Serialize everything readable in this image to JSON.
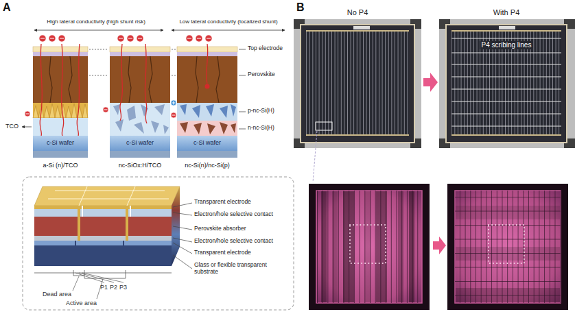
{
  "diagram": {
    "nodes": [
      {
        "text": [
          "c-Si wafer"
        ]
      },
      {
        "text": [
          "c-Si wafer"
        ]
      },
      {
        "text": [
          "c-Si wafer"
        ]
      }
    ],
    "labels": [
      "A",
      "High lateral conductivity (high shunt risk)",
      "Low lateral conductivity (localized shunt)",
      "Top electrode",
      "Perovskite",
      "p-nc-Si(H)",
      "n-nc-Si(H)",
      "TCO",
      "a-Si (n)/TCO",
      "nc-SiOx:H/TCO",
      "nc-Si(n)/nc-Si(p)",
      "Transparent electrode",
      "Electron/hole selective contact",
      "Perovskite absorber",
      "Electron/hole selective contact",
      "Transparent electrode",
      "Glass or flexible transparent substrate",
      "Dead area",
      "Active area",
      "P1",
      "P2",
      "P3",
      "B",
      "No P4",
      "With P4",
      "P4 scribing lines"
    ]
  }
}
